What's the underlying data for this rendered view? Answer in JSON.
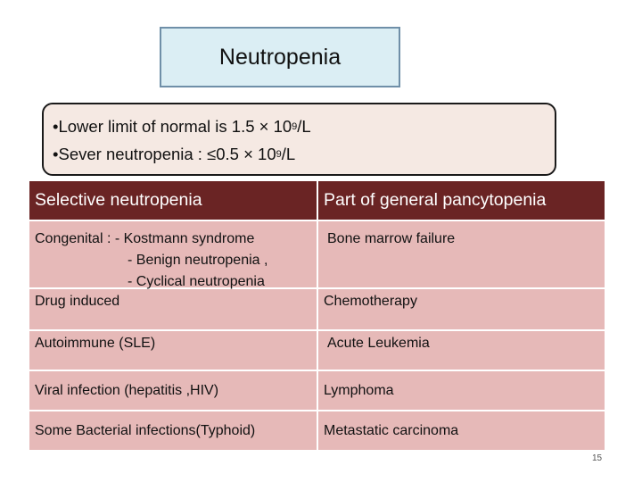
{
  "slide": {
    "title": "Neutropenia",
    "definitions": [
      {
        "text": "•Lower limit of normal  is 1.5 × 10",
        "sup": "9",
        "unit": "/L"
      },
      {
        "text": "•Sever neutropenia : ≤0.5 × 10",
        "sup": "9",
        "unit": "/L"
      }
    ],
    "table": {
      "headers": [
        "Selective neutropenia",
        "Part of general pancytopenia"
      ],
      "congenital": {
        "lines": [
          "Congenital : - Kostmann  syndrome",
          "- Benign neutropenia ,",
          "- Cyclical neutropenia"
        ],
        "right": "Bone marrow failure"
      },
      "rows": [
        {
          "left": "Drug induced",
          "right": "Chemotherapy"
        },
        {
          "left": "Autoimmune (SLE)",
          "right": "Acute Leukemia"
        },
        {
          "left": "Viral infection (hepatitis ,HIV)",
          "right": "Lymphoma"
        },
        {
          "left": "Some Bacterial infections(Typhoid)",
          "right": "Metastatic carcinoma"
        }
      ]
    },
    "page_number": "15",
    "colors": {
      "title_bg": "#dbeef4",
      "definition_bg": "#f5e9e3",
      "header_bg": "#6a2424",
      "row_bg": "#e6b9b8"
    }
  }
}
